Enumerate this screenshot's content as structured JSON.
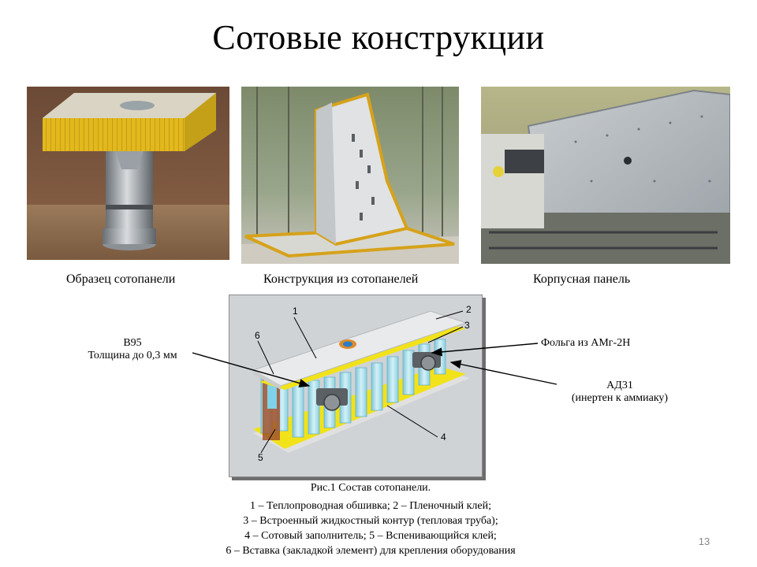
{
  "title": "Сотовые конструкции",
  "photos": [
    {
      "caption": "Образец сотопанели"
    },
    {
      "caption": "Конструкция из сотопанелей"
    },
    {
      "caption": "Корпусная панель"
    }
  ],
  "diagram": {
    "numbers": [
      "1",
      "2",
      "3",
      "4",
      "5",
      "6"
    ],
    "left_label": {
      "line1": "В95",
      "line2": "Толщина до 0,3 мм"
    },
    "right_label_top": "Фольга из АМг-2Н",
    "right_label_bottom": {
      "line1": "АД31",
      "line2": "(инертен к аммиаку)"
    }
  },
  "figure_caption": {
    "title": "Рис.1 Состав сотопанели.",
    "lines": [
      "1 – Теплопроводная обшивка; 2 – Пленочный клей;",
      "3 – Встроенный жидкостный контур (тепловая труба);",
      "4 – Сотовый заполнитель; 5 – Вспенивающийся клей;",
      "6 – Вставка (закладкой элемент) для крепления оборудования"
    ]
  },
  "page_number": "13",
  "colors": {
    "honeycomb": "#d8b11a",
    "panel": "#b9bec2",
    "cells": "#a8dce8",
    "glue": "#f2e21a"
  }
}
